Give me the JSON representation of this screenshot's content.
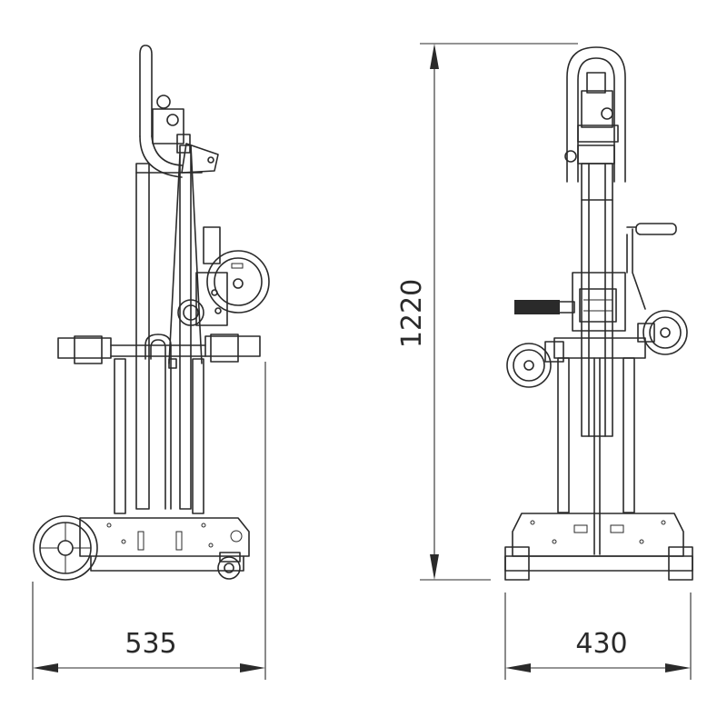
{
  "dimensions": {
    "side_depth": "535",
    "front_width": "430",
    "height": "1220"
  }
}
